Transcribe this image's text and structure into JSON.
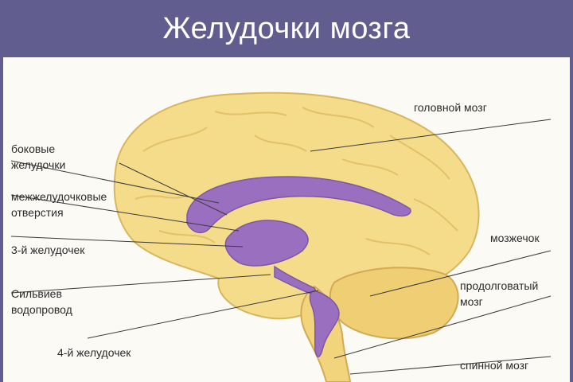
{
  "title": "Желудочки мозга",
  "labels": {
    "brain": "головной мозг",
    "lateral_1": "боковые",
    "lateral_2": "желудочки",
    "foramina_1": "межжелудочковые",
    "foramina_2": "отверстия",
    "third": "3-й желудочек",
    "aqueduct_1": "Сильвиев",
    "aqueduct_2": "водопровод",
    "fourth": "4-й желудочек",
    "cerebellum": "мозжечок",
    "medulla_1": "продолговатый",
    "medulla_2": "мозг",
    "spinal": "спинной мозг"
  },
  "colors": {
    "header_bg": "#625d8f",
    "brain_fill": "#f5dc8a",
    "brain_shadow": "#e0b85c",
    "ventricle_fill": "#9a6fc0",
    "leader_line": "#3a3a3a"
  }
}
